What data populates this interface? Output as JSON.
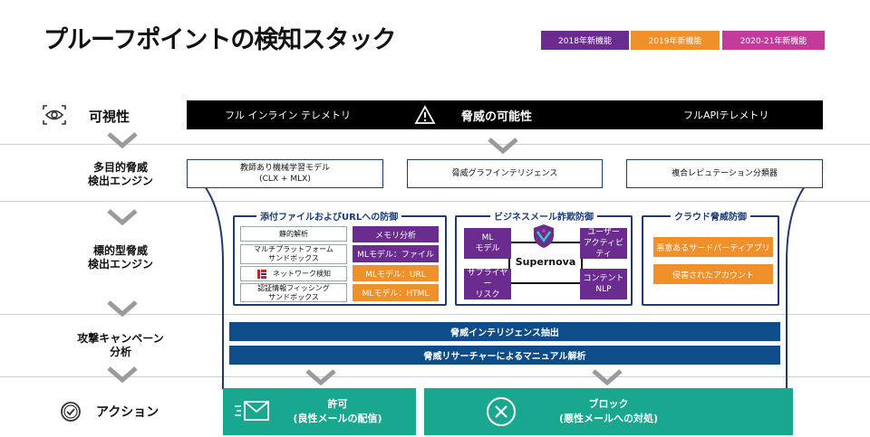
{
  "title": "プルーフポイントの検知スタック",
  "legend": [
    {
      "label": "2018年新機能",
      "color": "#6a2c8f"
    },
    {
      "label": "2019年新機能",
      "color": "#f0902a"
    },
    {
      "label": "2020-21年新機能",
      "color": "#c13b9a"
    }
  ],
  "rows": {
    "visibility": "可視性",
    "multi_engine": "多目的脅威\n検出エンジン",
    "targeted_engine": "標的型脅威\n検出エンジン",
    "campaign": "攻撃キャンペーン\n分析",
    "action": "アクション"
  },
  "visibility_bar": {
    "left": "フル インライン テレメトリ",
    "center": "脅威の可能性",
    "right": "フルAPIテレメトリ"
  },
  "multi_boxes": [
    "教師あり機械学習モデル\n(CLX + MLX)",
    "脅威グラフインテリジェンス",
    "複合レピュテーション分類器"
  ],
  "attachments": {
    "title": "添付ファイルおよびURLへの防御",
    "left_items": [
      "静的解析",
      "マルチプラットフォーム\nサンドボックス",
      "ネットワーク検知",
      "認証情報フィッシング\nサンドボックス"
    ],
    "right_items": [
      "メモリ分析",
      "MLモデル：ファイル",
      "MLモデル：URL",
      "MLモデル：HTML"
    ]
  },
  "bec": {
    "title": "ビジネスメール詐欺防御",
    "center": "Supernova",
    "boxes": [
      "ML\nモデル",
      "ユーザー\nアクティビティ",
      "サプライヤー\nリスク",
      "コンテント\nNLP"
    ]
  },
  "cloud": {
    "title": "クラウド脅威防御",
    "items": [
      "悪意あるサードパーティアプリ",
      "侵害されたアカウント"
    ]
  },
  "campaign_bars": [
    "脅威インテリジェンス抽出",
    "脅威リサーチャーによるマニュアル解析"
  ],
  "actions": {
    "allow": "許可\n(良性メールの配信)",
    "block": "ブロック\n(悪性メールへの対処)"
  }
}
